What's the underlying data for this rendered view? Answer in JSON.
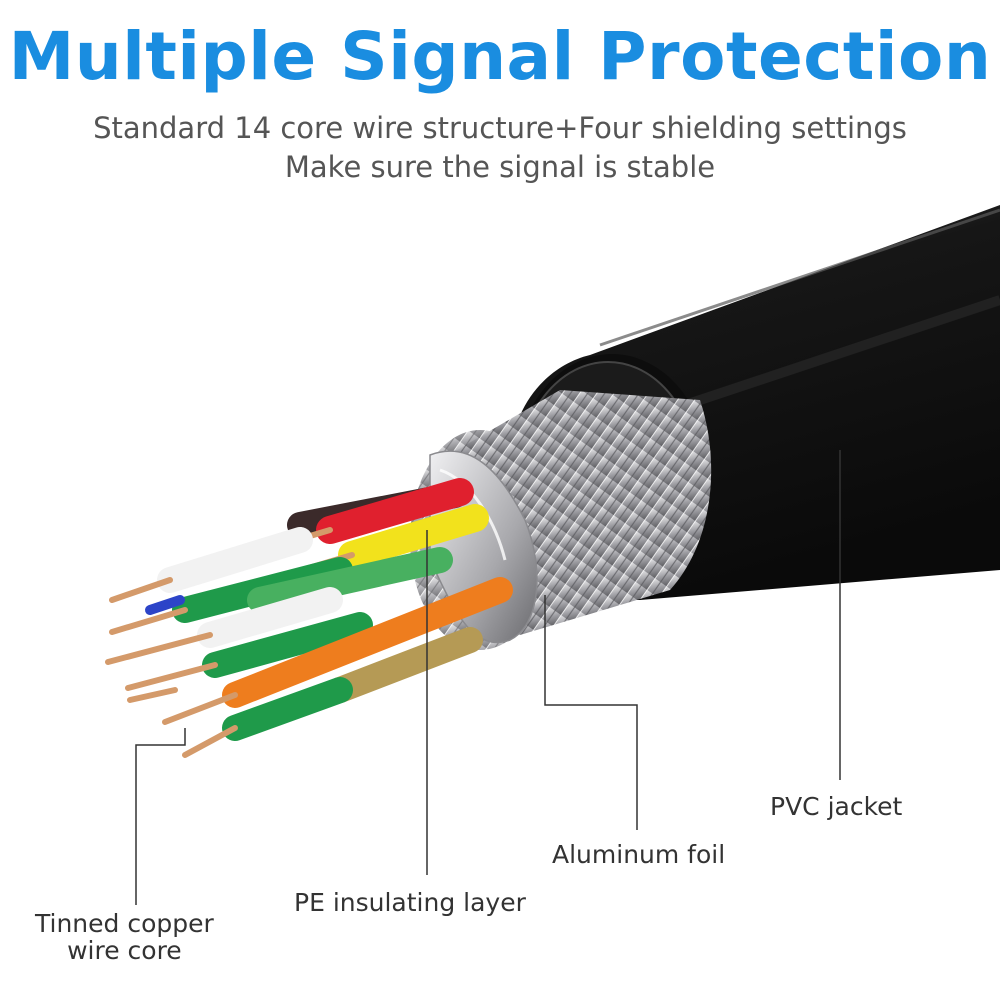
{
  "header": {
    "title": "Multiple Signal Protection",
    "subtitle_line1": "Standard 14 core wire structure+Four shielding settings",
    "subtitle_line2": "Make sure the signal is stable"
  },
  "labels": {
    "pvc_jacket": "PVC jacket",
    "aluminum_foil": "Aluminum foil",
    "pe_layer": "PE insulating layer",
    "tinned_core_line1": "Tinned copper",
    "tinned_core_line2": "wire core"
  },
  "colors": {
    "title_blue": "#1a8de0",
    "jacket_black": "#151515",
    "wire_red": "#e0202e",
    "wire_yellow": "#f2e21c",
    "wire_green": "#1f9a4a",
    "wire_orange": "#ee7d1e",
    "wire_white": "#f2f2f2",
    "wire_blue": "#2c44c8",
    "copper": "#d49a6a",
    "braid_silver": "#b8b8bc"
  }
}
